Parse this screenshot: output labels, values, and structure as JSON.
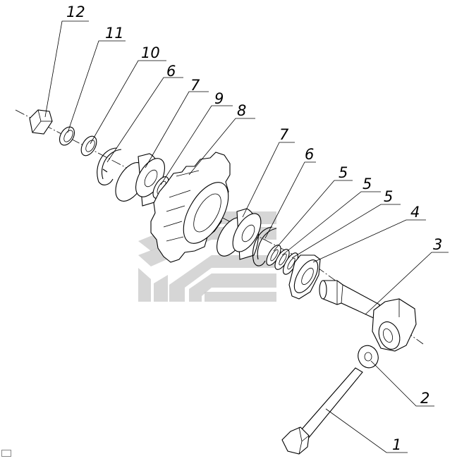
{
  "diagram": {
    "type": "exploded-assembly",
    "callouts": [
      {
        "id": "c12",
        "label": "12"
      },
      {
        "id": "c11",
        "label": "11"
      },
      {
        "id": "c10",
        "label": "10"
      },
      {
        "id": "c6a",
        "label": "6"
      },
      {
        "id": "c7a",
        "label": "7"
      },
      {
        "id": "c9",
        "label": "9"
      },
      {
        "id": "c8",
        "label": "8"
      },
      {
        "id": "c7b",
        "label": "7"
      },
      {
        "id": "c6b",
        "label": "6"
      },
      {
        "id": "c5a",
        "label": "5"
      },
      {
        "id": "c5b",
        "label": "5"
      },
      {
        "id": "c5c",
        "label": "5"
      },
      {
        "id": "c4",
        "label": "4"
      },
      {
        "id": "c3",
        "label": "3"
      },
      {
        "id": "c2",
        "label": "2"
      },
      {
        "id": "c1",
        "label": "1"
      }
    ],
    "colors": {
      "line": "#000000",
      "watermark": "#c8c8c8",
      "background": "#ffffff"
    }
  }
}
